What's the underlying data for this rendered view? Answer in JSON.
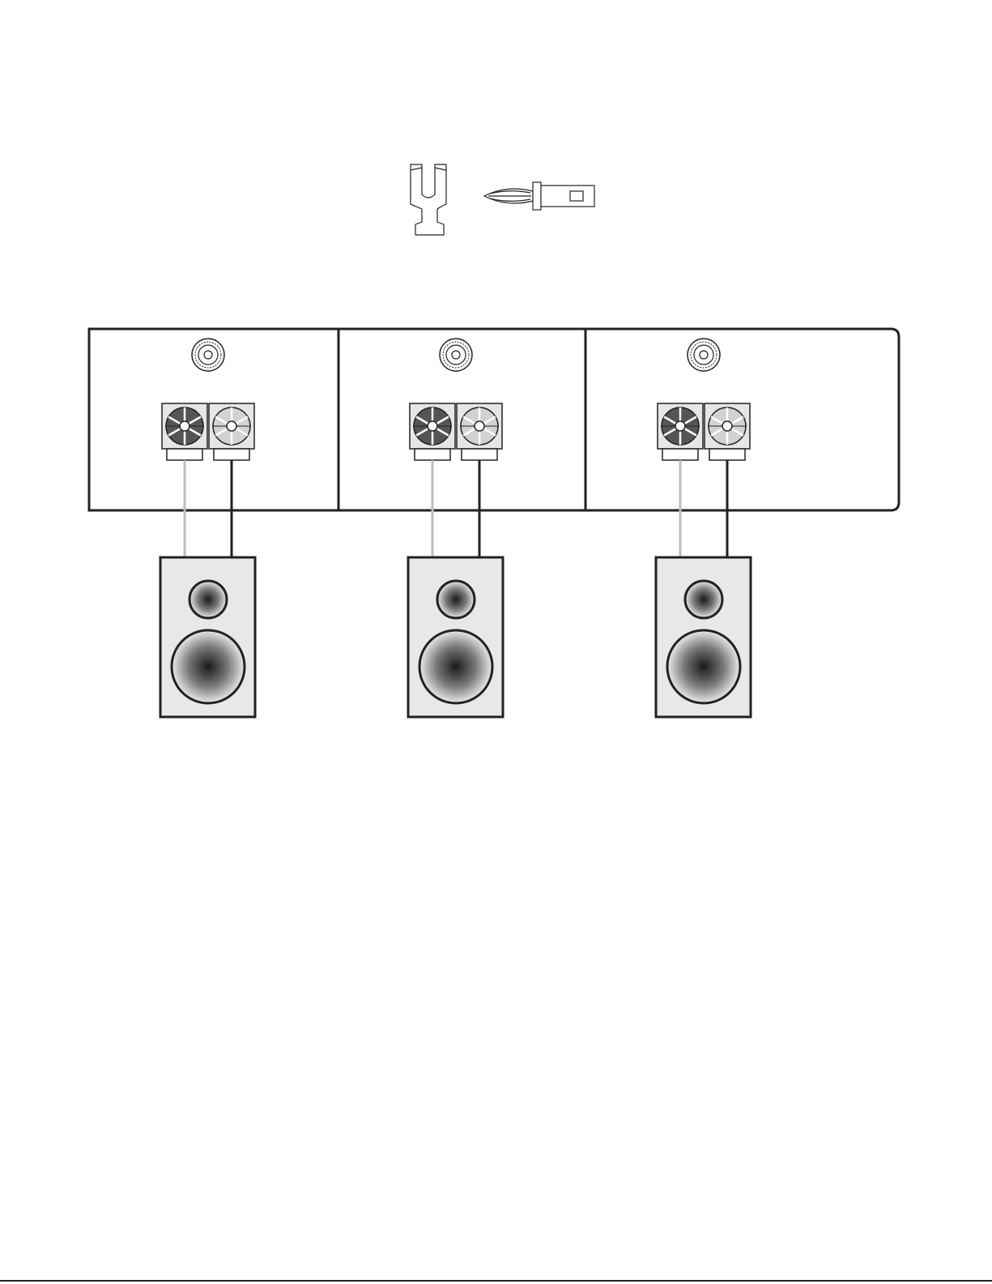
{
  "diagram": {
    "connectors": [
      {
        "name": "spade-connector-icon"
      },
      {
        "name": "banana-plug-icon"
      }
    ],
    "amplifier_channels": [
      {
        "id": "channel-1"
      },
      {
        "id": "channel-2"
      },
      {
        "id": "channel-3"
      }
    ],
    "speakers": [
      {
        "id": "speaker-1"
      },
      {
        "id": "speaker-2"
      },
      {
        "id": "speaker-3"
      }
    ],
    "colors": {
      "outline": "#222222",
      "terminal_dark": "#555555",
      "terminal_light": "#d2d2d2",
      "terminal_body": "#e6e6e6",
      "wire_light": "#bdbdbd",
      "wire_dark": "#222222",
      "speaker_cabinet": "#e8e8e8"
    }
  }
}
